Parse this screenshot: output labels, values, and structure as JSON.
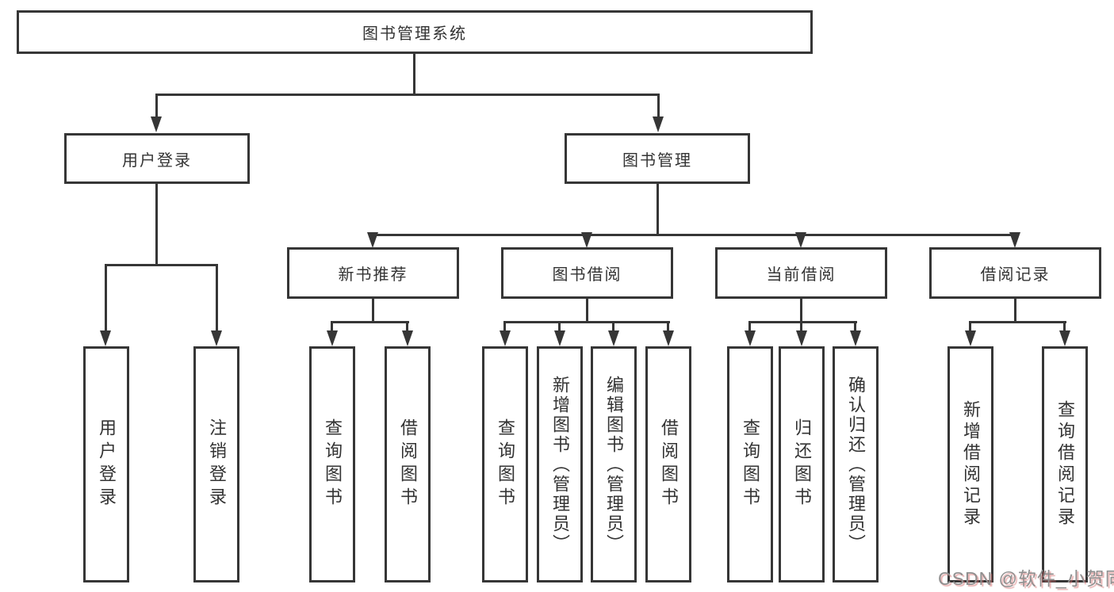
{
  "diagram": {
    "type": "hierarchy-tree",
    "colors": {
      "line": "#363636",
      "text": "#333333",
      "background": "#ffffff",
      "watermark": "#8f8f8f",
      "watermark_shadow": "#d66e6e"
    },
    "nodes": {
      "root": "图书管理系统",
      "user_login": "用户登录",
      "book_mgmt": "图书管理",
      "new_book_rec": "新书推荐",
      "book_borrow": "图书借阅",
      "current_borrow": "当前借阅",
      "borrow_records": "借阅记录",
      "leaf_user_login": "用户登录",
      "leaf_logout": "注销登录",
      "leaf_rec_query": "查询图书",
      "leaf_rec_borrow": "借阅图书",
      "leaf_bb_query": "查询图书",
      "leaf_bb_add": "新增图书（管理员）",
      "leaf_bb_edit": "编辑图书（管理员）",
      "leaf_bb_borrow": "借阅图书",
      "leaf_cb_query": "查询图书",
      "leaf_cb_return": "归还图书",
      "leaf_cb_confirm": "确认归还（管理员）",
      "leaf_br_add": "新增借阅记录",
      "leaf_br_query": "查询借阅记录"
    },
    "watermark": "CSDN @软件_小贺同学"
  }
}
